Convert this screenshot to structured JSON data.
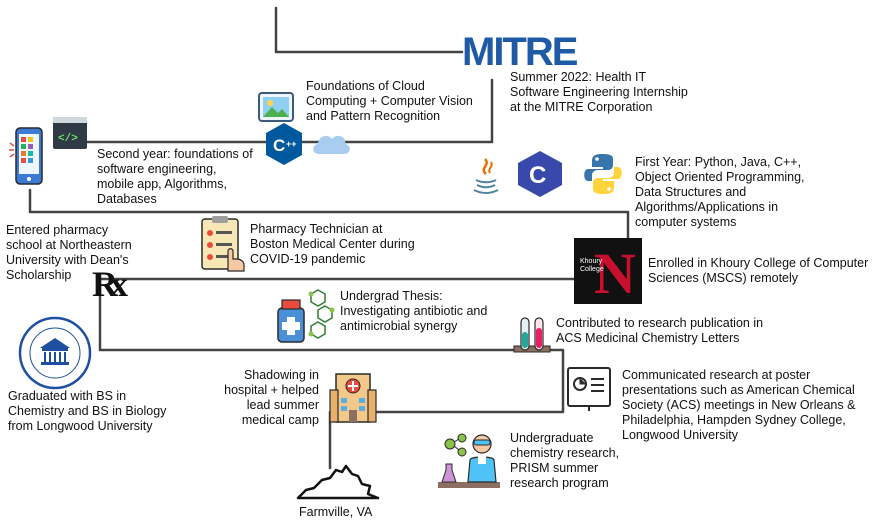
{
  "nodes": {
    "mitre_logo": "MITRE",
    "mitre": "Summer 2022: Health IT\nSoftware Engineering Internship\nat the MITRE Corporation",
    "cloud_cv": "Foundations of Cloud\nComputing + Computer Vision\nand Pattern Recognition",
    "second_year": "Second year: foundations of\nsoftware engineering,\nmobile app, Algorithms,\nDatabases",
    "first_year": "First Year: Python, Java, C++,\nObject Oriented Programming,\nData Structures and\nAlgorithms/Applications in\ncomputer systems",
    "pharmacy_tech": "Pharmacy Technician at\nBoston Medical Center during\nCOVID-19 pandemic",
    "entered_pharmacy": "Entered pharmacy\nschool at Northeastern\nUniversity with Dean's\nScholarship",
    "khoury_logo": "Khoury\nCollege",
    "khoury": "Enrolled in Khoury College of Computer\nSciences (MSCS) remotely",
    "rx_symbol": "Rx",
    "thesis": "Undergrad Thesis:\nInvestigating antibiotic and\nantimicrobial synergy",
    "publication": "Contributed to research publication in\nACS Medicinal Chemistry Letters",
    "graduated": "Graduated with BS in\nChemistry and BS in Biology\nfrom Longwood University",
    "shadowing": "Shadowing in\nhospital + helped\nlead summer\nmedical camp",
    "poster": "Communicated research at poster\npresentations such as American Chemical\nSociety (ACS) meetings in New Orleans &\nPhiladelphia, Hampden Sydney College,\nLongwood University",
    "undergrad_research": "Undergraduate\nchemistry research,\nPRISM summer\nresearch program",
    "farmville": "Farmville, VA"
  },
  "colors": {
    "line": "#444444",
    "mitre_blue": "#1f5aa6",
    "khoury_bg": "#111111",
    "khoury_red": "#c8102e",
    "cpp_blue": "#00599c",
    "c_blue": "#3949ab",
    "python_blue": "#3776ab",
    "python_yellow": "#ffd43b",
    "java_red": "#e76f00",
    "java_blue": "#5382a1",
    "longwood_blue": "#1e4fa0",
    "cloud_blue": "#a8cdf0"
  }
}
